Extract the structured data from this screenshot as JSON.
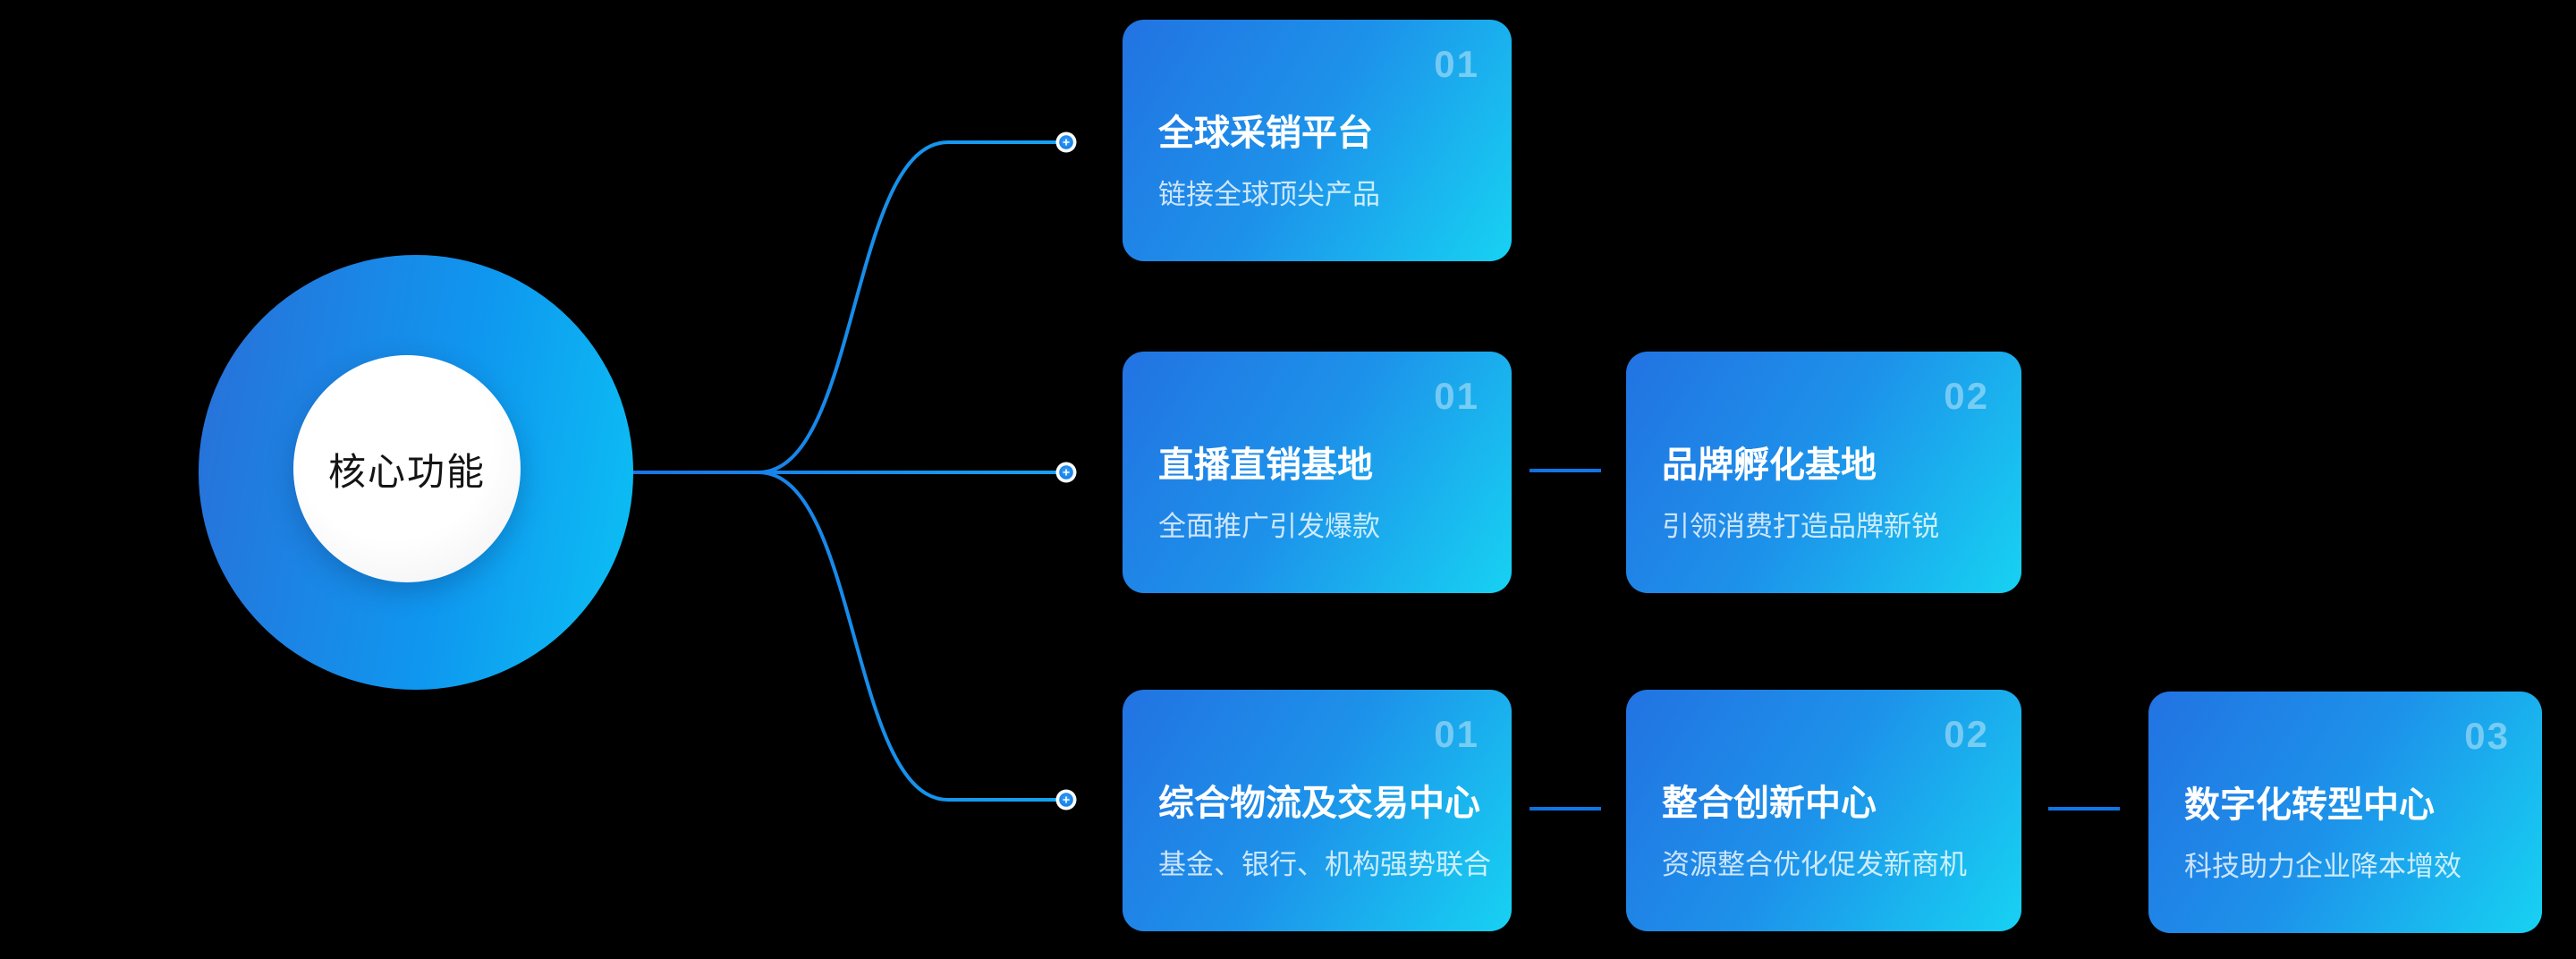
{
  "hub": {
    "label": "核心功能"
  },
  "branches": [
    {
      "cards": [
        {
          "number": "01",
          "title": "全球采销平台",
          "subtitle": "链接全球顶尖产品"
        }
      ]
    },
    {
      "cards": [
        {
          "number": "01",
          "title": "直播直销基地",
          "subtitle": "全面推广引发爆款"
        },
        {
          "number": "02",
          "title": "品牌孵化基地",
          "subtitle": "引领消费打造品牌新锐"
        }
      ]
    },
    {
      "cards": [
        {
          "number": "01",
          "title": "综合物流及交易中心",
          "subtitle": "基金、银行、机构强势联合"
        },
        {
          "number": "02",
          "title": "整合创新中心",
          "subtitle": "资源整合优化促发新商机"
        },
        {
          "number": "03",
          "title": "数字化转型中心",
          "subtitle": "科技助力企业降本增效"
        }
      ]
    }
  ],
  "colors": {
    "background": "#000000",
    "card_gradient_start": "#2273e2",
    "card_gradient_end": "#17d2f2",
    "ring_gradient_start": "#2a6fd8",
    "ring_gradient_end": "#0cc2f4",
    "connector_line": "#1488ec",
    "number_text": "rgba(255,255,255,0.40)",
    "subtitle_text": "rgba(255,255,255,0.78)",
    "hub_text": "#141414"
  }
}
